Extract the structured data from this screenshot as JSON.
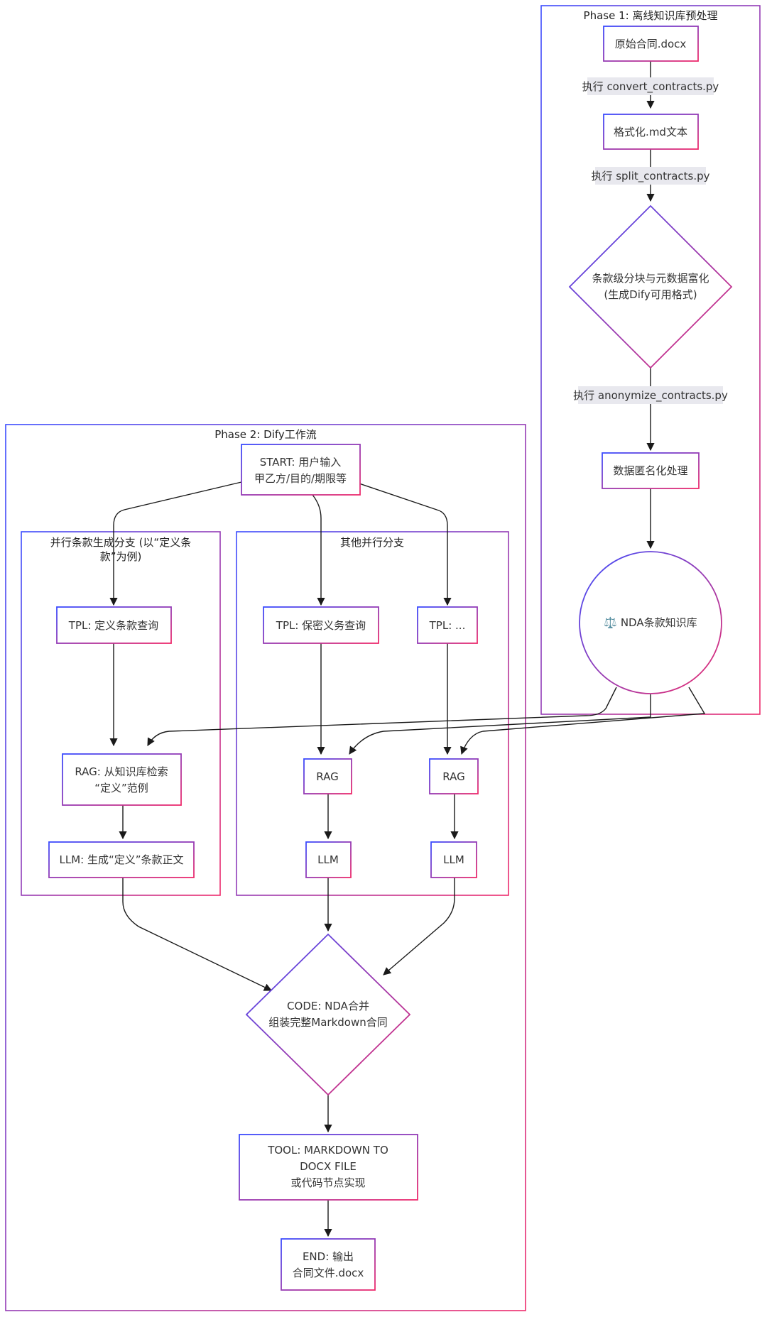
{
  "phase1": {
    "title": "Phase 1: 离线知识库预处理",
    "nodes": {
      "source_docx": "原始合同.docx",
      "formatted_md": "格式化.md文本",
      "chunking": [
        "条款级分块与元数据富化",
        "(生成Dify可用格式)"
      ],
      "anonymize": "数据匿名化处理",
      "kb": "⚖️ NDA条款知识库"
    },
    "edges": {
      "convert": "执行 convert_contracts.py",
      "split": "执行 split_contracts.py",
      "anonymize": "执行 anonymize_contracts.py"
    }
  },
  "phase2": {
    "title": "Phase 2: Dify工作流",
    "start": [
      "START: 用户输入",
      "甲乙方/目的/期限等"
    ],
    "branch_main": {
      "title": [
        "并行条款生成分支 (以“定义条",
        "款”为例)"
      ],
      "tpl": "TPL: 定义条款查询",
      "rag": [
        "RAG: 从知识库检索",
        "“定义”范例"
      ],
      "llm": "LLM: 生成“定义”条款正文"
    },
    "branch_other": {
      "title": "其他并行分支",
      "tpl1": "TPL: 保密义务查询",
      "tpl2": "TPL: ...",
      "rag1": "RAG",
      "rag2": "RAG",
      "llm1": "LLM",
      "llm2": "LLM"
    },
    "code": [
      "CODE: NDA合并",
      "组装完整Markdown合同"
    ],
    "tool": [
      "TOOL: MARKDOWN TO",
      "DOCX FILE",
      "或代码节点实现"
    ],
    "end": [
      "END: 输出",
      "合同文件.docx"
    ]
  },
  "colors": {
    "gradient_start": "#3b4cff",
    "gradient_end": "#ee2b6c",
    "edge": "#1a1a1a",
    "label_bg": "#e8e8ee"
  }
}
